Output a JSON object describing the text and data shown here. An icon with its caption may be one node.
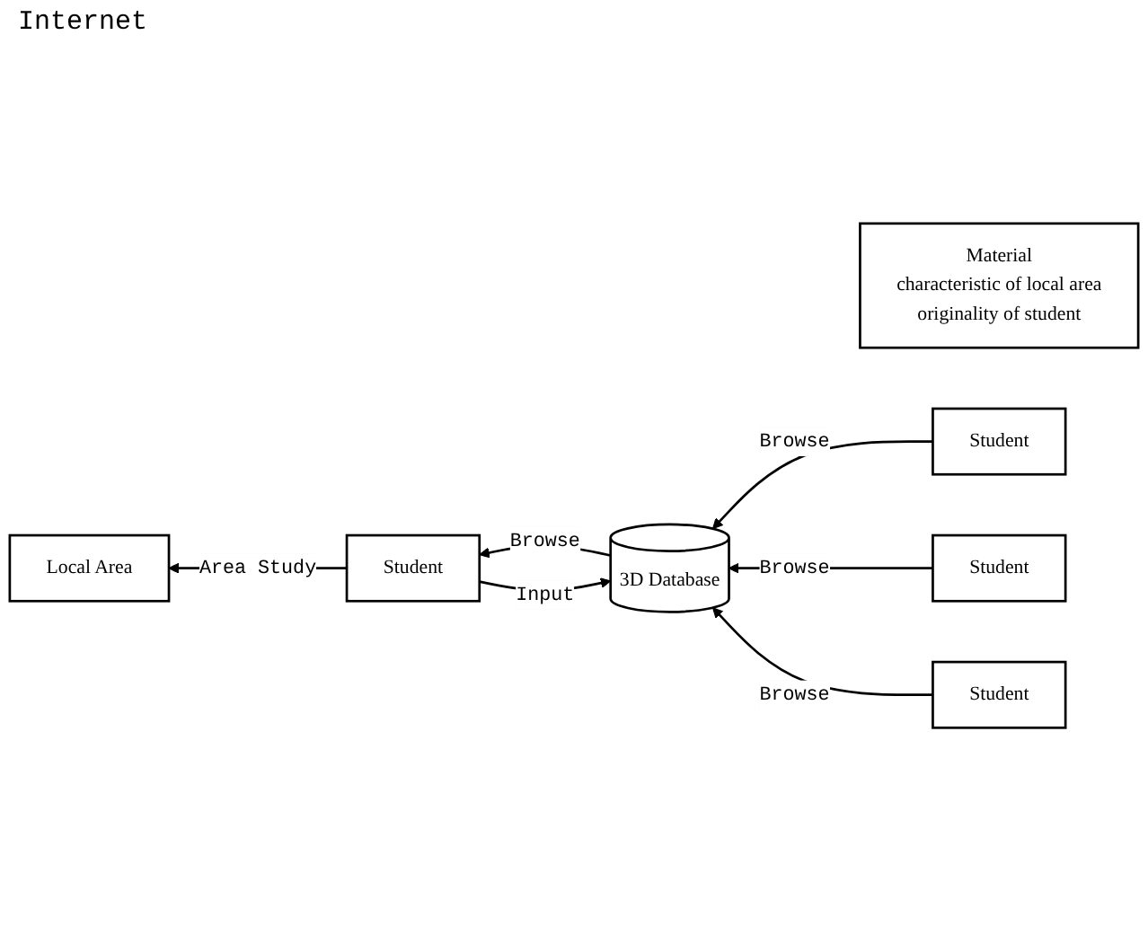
{
  "diagram": {
    "nodes": [
      {
        "text": [
          "Material",
          "characteristic of local area",
          "originality of student"
        ]
      },
      {
        "text": [
          "3D Database"
        ]
      },
      {
        "text": [
          "Student"
        ]
      },
      {
        "text": [
          "Student"
        ]
      },
      {
        "text": [
          "Student"
        ]
      },
      {
        "text": [
          "Student"
        ]
      },
      {
        "text": [
          "Local Area"
        ]
      }
    ],
    "edges": [
      {
        "from": 2,
        "to": 1,
        "arrow": "to",
        "label": "Browse"
      },
      {
        "from": 3,
        "to": 1,
        "arrow": "to",
        "label": "Browse"
      },
      {
        "from": 4,
        "to": 1,
        "arrow": "to",
        "label": "Browse"
      },
      {
        "from": 1,
        "to": 5,
        "arrow": "to",
        "label": "Browse"
      },
      {
        "from": 5,
        "to": 1,
        "arrow": "to",
        "label": "Input"
      },
      {
        "from": 5,
        "to": 6,
        "arrow": "to",
        "label": "Area Study"
      }
    ],
    "labels": [
      "Internet"
    ]
  }
}
